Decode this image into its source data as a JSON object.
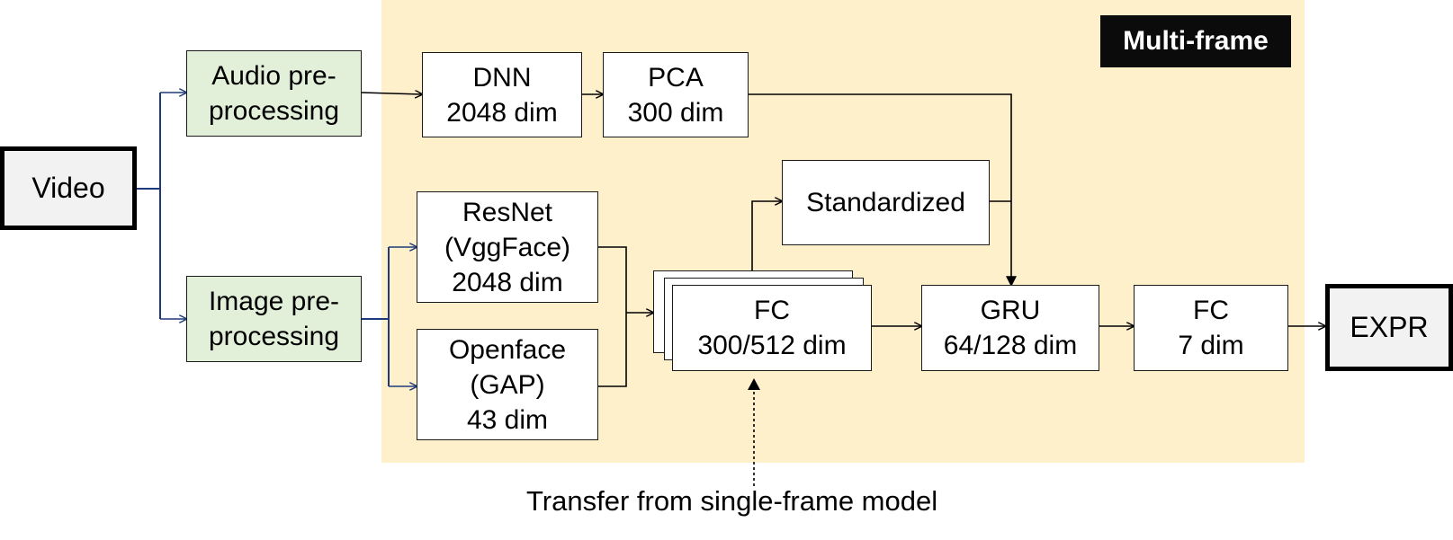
{
  "panel": {
    "label": "Multi-frame"
  },
  "inputs": {
    "video": "Video"
  },
  "preprocessing": {
    "audio": [
      "Audio pre-",
      "processing"
    ],
    "image": [
      "Image pre-",
      "processing"
    ]
  },
  "audio_branch": {
    "dnn": [
      "DNN",
      "2048 dim"
    ],
    "pca": [
      "PCA",
      "300 dim"
    ]
  },
  "image_branch": {
    "resnet": [
      "ResNet",
      "(VggFace)",
      "2048 dim"
    ],
    "openface": [
      "Openface",
      "(GAP)",
      "43 dim"
    ],
    "fc": [
      "FC",
      "300/512 dim"
    ]
  },
  "standardized": "Standardized",
  "gru": [
    "GRU",
    "64/128 dim"
  ],
  "fc_out": [
    "FC",
    "7 dim"
  ],
  "output": "EXPR",
  "transfer_note": "Transfer from single-frame model",
  "colors": {
    "panel_bg": "#fff0cc",
    "preprocessing_bg": "#e2f0d9",
    "split_arrows": "#1f3a7a",
    "tag_bg": "#0b0b0b"
  }
}
